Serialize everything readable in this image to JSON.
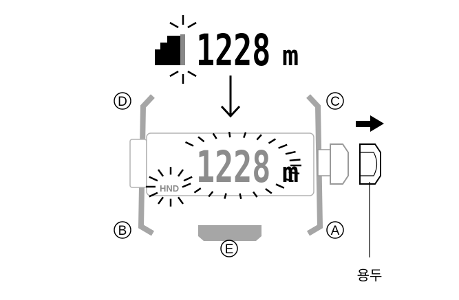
{
  "top_display": {
    "value": "1228",
    "unit": "m",
    "icon": "signal-bars-icon"
  },
  "watch": {
    "display": {
      "value": "1228",
      "unit": "m",
      "mode": "HND"
    },
    "buttons": {
      "a": "A",
      "b": "B",
      "c": "C",
      "d": "D",
      "e": "E"
    }
  },
  "crown_label": "용두",
  "colors": {
    "case": "#a6a6a6",
    "lcd_outline": "#b3b3b3",
    "dim_digits": "#8c8c8c",
    "ink": "#000000"
  }
}
